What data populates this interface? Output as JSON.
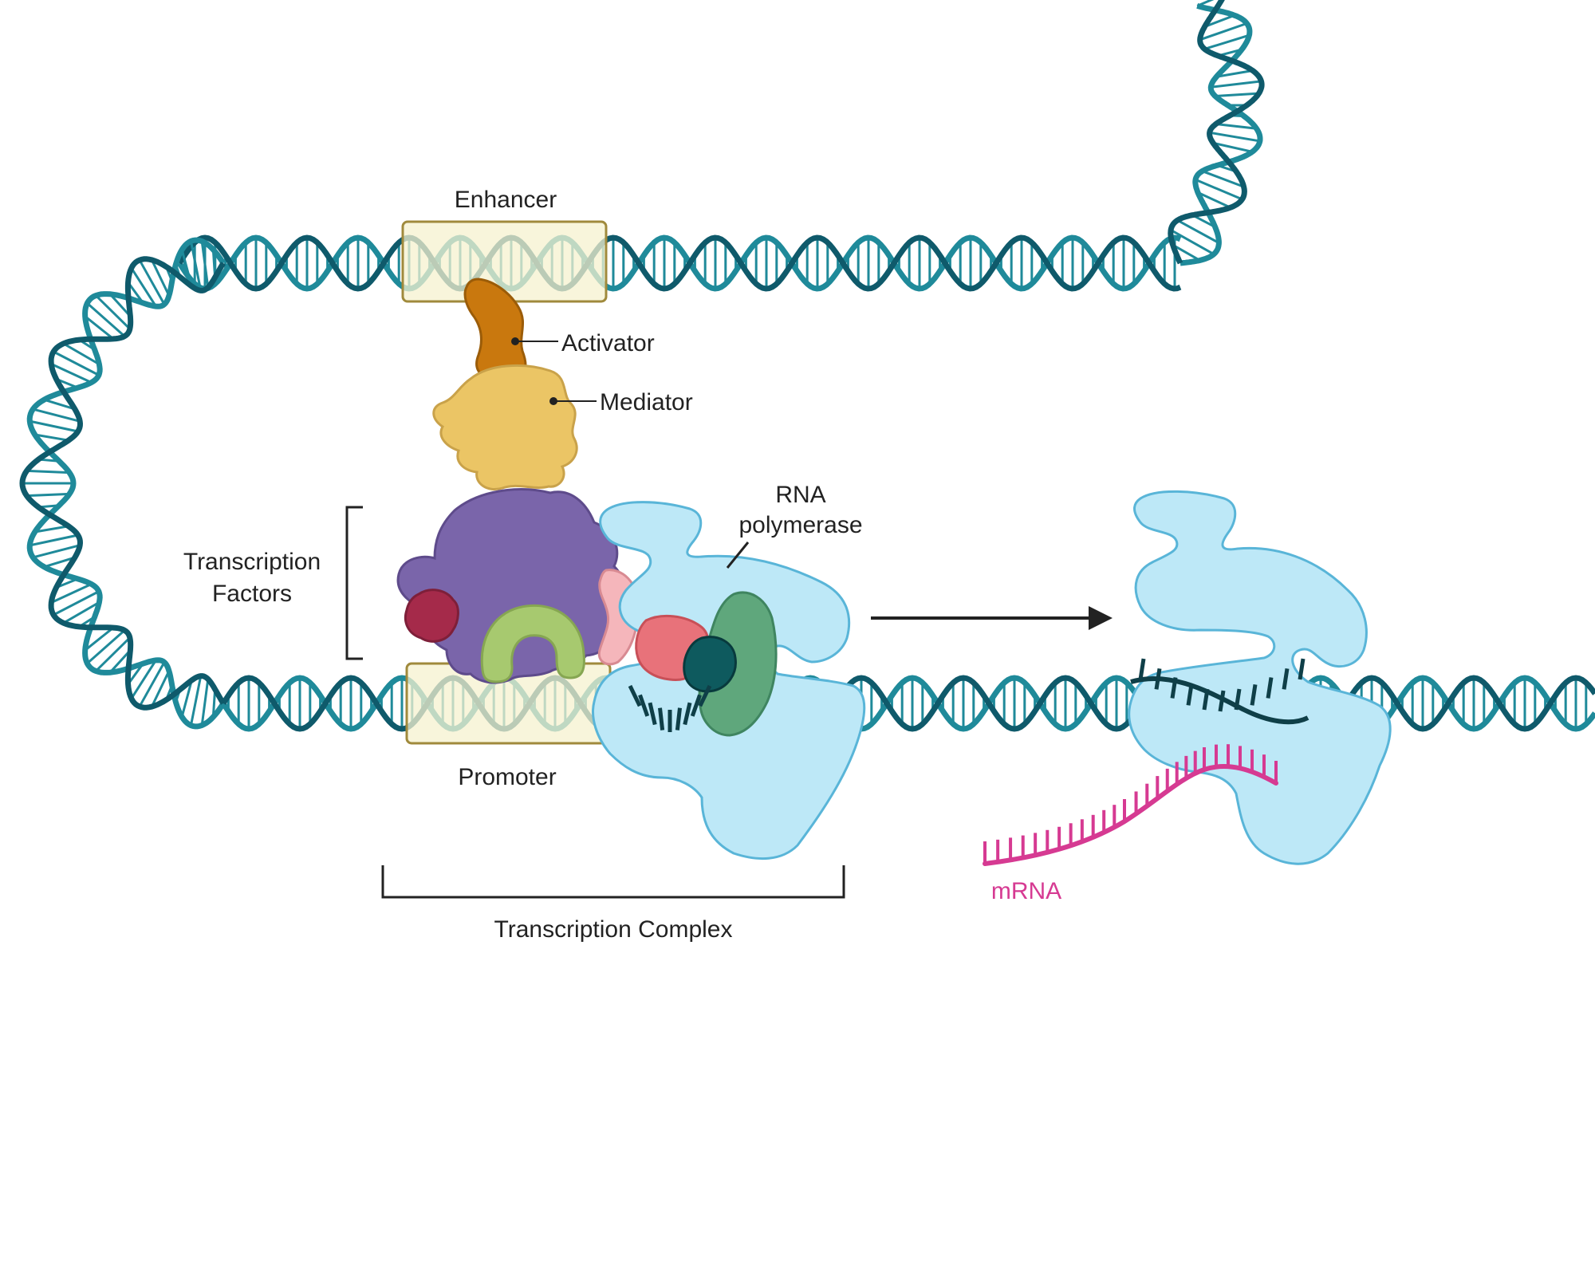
{
  "labels": {
    "enhancer": "Enhancer",
    "activator": "Activator",
    "mediator": "Mediator",
    "rna_polymerase_line1": "RNA",
    "rna_polymerase_line2": "polymerase",
    "transcription_factors_line1": "Transcription",
    "transcription_factors_line2": "Factors",
    "promoter": "Promoter",
    "transcription_complex": "Transcription Complex",
    "mrna": "mRNA"
  },
  "colors": {
    "dna_dark": "#0f5a6b",
    "dna_teal": "#1f8a9a",
    "box_fill": "#f6f1cf",
    "box_stroke": "#a08a3c",
    "activator": "#c9780e",
    "mediator": "#ebc565",
    "tf_purple": "#7a65aa",
    "tf_red": "#a52a4a",
    "tf_lightgreen": "#a7c96f",
    "tf_pink": "#f5b6bb",
    "tf_salmon": "#e8727a",
    "tf_darkteal": "#0e5a5e",
    "tf_green": "#5fa77c",
    "polymerase_fill": "#bde8f7",
    "polymerase_stroke": "#59b5d8",
    "mrna": "#d63a92",
    "text": "#222222"
  }
}
